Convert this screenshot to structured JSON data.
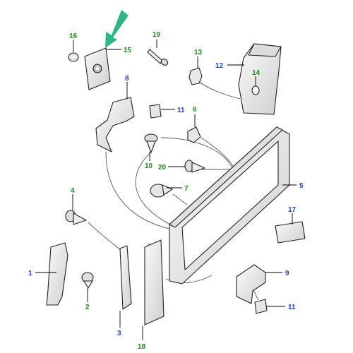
{
  "colors": {
    "blue": "#1f3fd0",
    "green": "#1c8a1c",
    "arrow": "#2eb58a",
    "part_fill": "#f2f2f2",
    "part_shade": "#d6d6d6"
  },
  "callouts": [
    {
      "id": "c1",
      "text": "1",
      "color": "blue"
    },
    {
      "id": "c2",
      "text": "2",
      "color": "green"
    },
    {
      "id": "c3",
      "text": "3",
      "color": "blue"
    },
    {
      "id": "c4",
      "text": "4",
      "color": "green"
    },
    {
      "id": "c5",
      "text": "5",
      "color": "blue"
    },
    {
      "id": "c6",
      "text": "6",
      "color": "green"
    },
    {
      "id": "c7",
      "text": "7",
      "color": "green"
    },
    {
      "id": "c8",
      "text": "8",
      "color": "blue"
    },
    {
      "id": "c9",
      "text": "9",
      "color": "blue"
    },
    {
      "id": "c10",
      "text": "10",
      "color": "green"
    },
    {
      "id": "c11a",
      "text": "11",
      "color": "blue"
    },
    {
      "id": "c11b",
      "text": "11",
      "color": "blue"
    },
    {
      "id": "c12",
      "text": "12",
      "color": "blue"
    },
    {
      "id": "c13",
      "text": "13",
      "color": "green"
    },
    {
      "id": "c14",
      "text": "14",
      "color": "green"
    },
    {
      "id": "c15",
      "text": "15",
      "color": "green"
    },
    {
      "id": "c16",
      "text": "16",
      "color": "green"
    },
    {
      "id": "c17",
      "text": "17",
      "color": "blue"
    },
    {
      "id": "c18",
      "text": "18",
      "color": "green"
    },
    {
      "id": "c19",
      "text": "19",
      "color": "green"
    },
    {
      "id": "c20",
      "text": "20",
      "color": "green"
    }
  ],
  "highlight_arrow": {
    "points_to": "15",
    "icon": "arrow-icon"
  }
}
